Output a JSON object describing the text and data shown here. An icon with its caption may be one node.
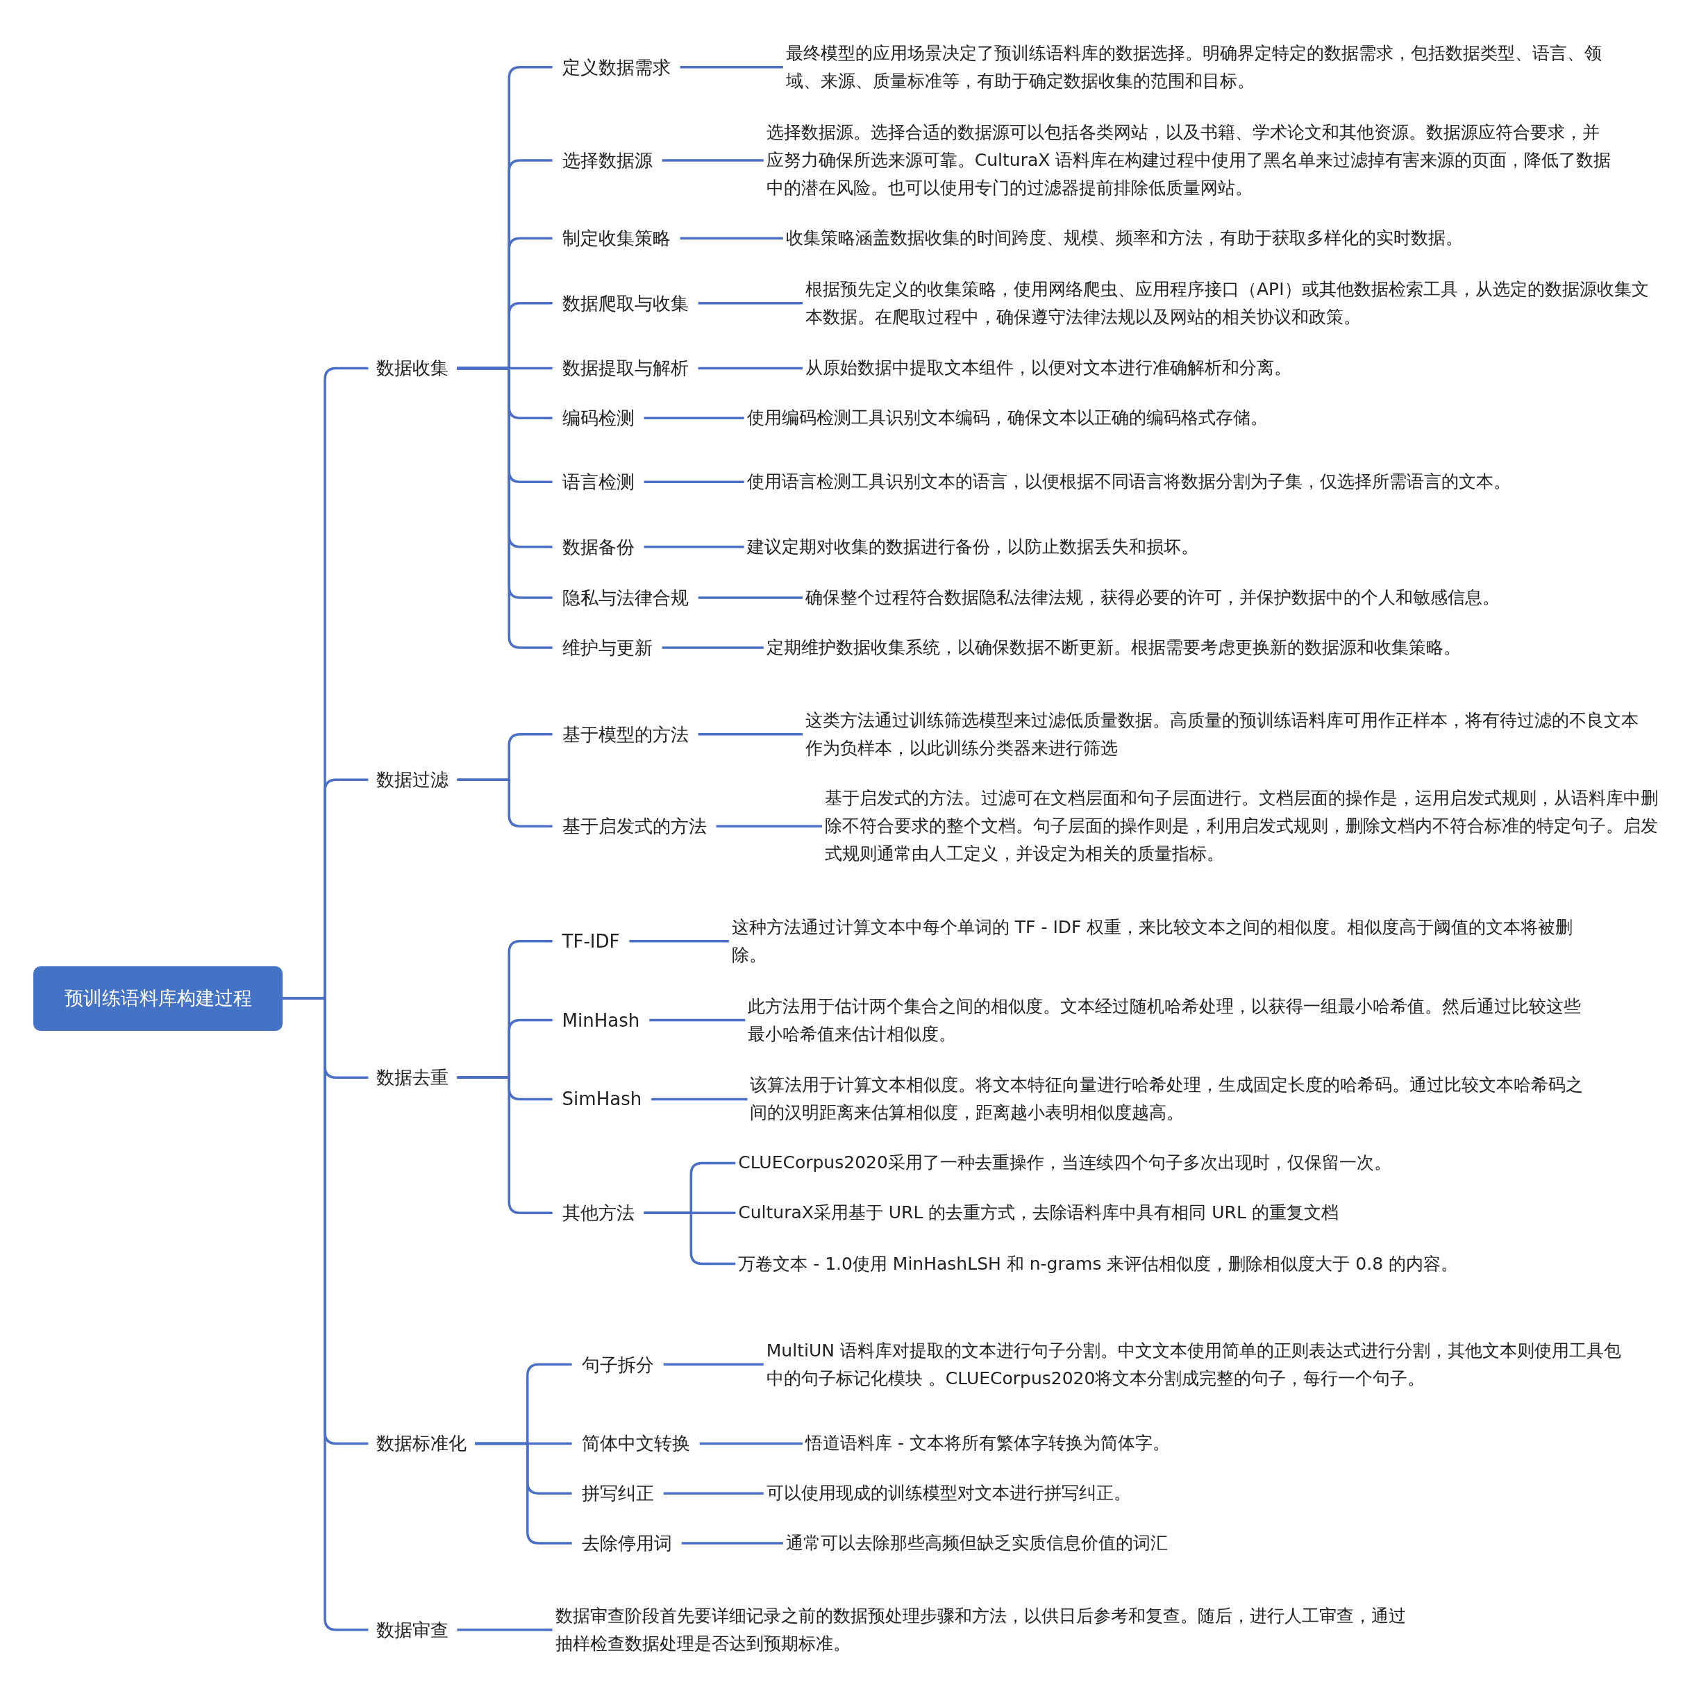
{
  "diagram": {
    "nodes": [
      {
        "text": [
          "预训练语料库构建过程"
        ]
      },
      {
        "text": [
          "数据收集"
        ]
      },
      {
        "text": [
          "定义数据需求"
        ]
      },
      {
        "text": [
          "最终模型的应用场景决定了预训练语料库的数据选择。明确界定特定的数据需求，包括数据类型、语言、领域、来源、质量标准等，有助于确定数据收集的范围和目标。"
        ]
      },
      {
        "text": [
          "选择数据源"
        ]
      },
      {
        "text": [
          "选择数据源。选择合适的数据源可以包括各类网站，以及书籍、学术论文和其他资源。数据源应符合要求，并应努力确保所选来源可靠。CulturaX 语料库在构建过程中使用了黑名单来过滤掉有害来源的页面，降低了数据中的潜在风险。也可以使用专门的过滤器提前排除低质量网站。"
        ]
      },
      {
        "text": [
          "制定收集策略"
        ]
      },
      {
        "text": [
          "收集策略涵盖数据收集的时间跨度、规模、频率和方法，有助于获取多样化的实时数据。"
        ]
      },
      {
        "text": [
          "数据爬取与收集"
        ]
      },
      {
        "text": [
          "根据预先定义的收集策略，使用网络爬虫、应用程序接口（API）或其他数据检索工具，从选定的数据源收集文本数据。在爬取过程中，确保遵守法律法规以及网站的相关协议和政策。"
        ]
      },
      {
        "text": [
          "数据提取与解析"
        ]
      },
      {
        "text": [
          "从原始数据中提取文本组件，以便对文本进行准确解析和分离。"
        ]
      },
      {
        "text": [
          "编码检测"
        ]
      },
      {
        "text": [
          "使用编码检测工具识别文本编码，确保文本以正确的编码格式存储。"
        ]
      },
      {
        "text": [
          "语言检测"
        ]
      },
      {
        "text": [
          "使用语言检测工具识别文本的语言，以便根据不同语言将数据分割为子集，仅选择所需语言的文本。"
        ]
      },
      {
        "text": [
          "数据备份"
        ]
      },
      {
        "text": [
          "建议定期对收集的数据进行备份，以防止数据丢失和损坏。"
        ]
      },
      {
        "text": [
          "隐私与法律合规"
        ]
      },
      {
        "text": [
          "确保整个过程符合数据隐私法律法规，获得必要的许可，并保护数据中的个人和敏感信息。"
        ]
      },
      {
        "text": [
          "维护与更新"
        ]
      },
      {
        "text": [
          "定期维护数据收集系统，以确保数据不断更新。根据需要考虑更换新的数据源和收集策略。"
        ]
      },
      {
        "text": [
          "数据过滤"
        ]
      },
      {
        "text": [
          "基于模型的方法"
        ]
      },
      {
        "text": [
          "这类方法通过训练筛选模型来过滤低质量数据。高质量的预训练语料库可用作正样本，将有待过滤的不良文本作为负样本，以此训练分类器来进行筛选"
        ]
      },
      {
        "text": [
          "基于启发式的方法"
        ]
      },
      {
        "text": [
          "基于启发式的方法。过滤可在文档层面和句子层面进行。文档层面的操作是，运用启发式规则，从语料库中删除不符合要求的整个文档。句子层面的操作则是，利用启发式规则，删除文档内不符合标准的特定句子。启发式规则通常由人工定义，并设定为相关的质量指标。"
        ]
      },
      {
        "text": [
          "数据去重"
        ]
      },
      {
        "text": [
          "TF-IDF"
        ]
      },
      {
        "text": [
          "这种方法通过计算文本中每个单词的 TF - IDF 权重，来比较文本之间的相似度。相似度高于阈值的文本将被删除。"
        ]
      },
      {
        "text": [
          "MinHash"
        ]
      },
      {
        "text": [
          "此方法用于估计两个集合之间的相似度。文本经过随机哈希处理，以获得一组最小哈希值。然后通过比较这些最小哈希值来估计相似度。"
        ]
      },
      {
        "text": [
          "SimHash"
        ]
      },
      {
        "text": [
          "该算法用于计算文本相似度。将文本特征向量进行哈希处理，生成固定长度的哈希码。通过比较文本哈希码之间的汉明距离来估算相似度，距离越小表明相似度越高。"
        ]
      },
      {
        "text": [
          "其他方法"
        ]
      },
      {
        "text": [
          "CLUECorpus2020采用了一种去重操作，当连续四个句子多次出现时，仅保留一次。"
        ]
      },
      {
        "text": [
          "CulturaX采用基于 URL 的去重方式，去除语料库中具有相同 URL 的重复文档"
        ]
      },
      {
        "text": [
          "万卷文本 - 1.0使用 MinHashLSH 和 n-grams 来评估相似度，删除相似度大于 0.8 的内容。"
        ]
      },
      {
        "text": [
          "数据标准化"
        ]
      },
      {
        "text": [
          "句子拆分"
        ]
      },
      {
        "text": [
          "MultiUN 语料库对提取的文本进行句子分割。中文文本使用简单的正则表达式进行分割，其他文本则使用工具包中的句子标记化模块 。CLUECorpus2020将文本分割成完整的句子，每行一个句子。"
        ]
      },
      {
        "text": [
          "简体中文转换"
        ]
      },
      {
        "text": [
          "悟道语料库 - 文本将所有繁体字转换为简体字。"
        ]
      },
      {
        "text": [
          "拼写纠正"
        ]
      },
      {
        "text": [
          "可以使用现成的训练模型对文本进行拼写纠正。"
        ]
      },
      {
        "text": [
          "去除停用词"
        ]
      },
      {
        "text": [
          "通常可以去除那些高频但缺乏实质信息价值的词汇"
        ]
      },
      {
        "text": [
          "数据审查"
        ]
      },
      {
        "text": [
          "数据审查阶段首先要详细记录之前的数据预处理步骤和方法，以供日后参考和复查。随后，进行人工审查，通过抽样检查数据处理是否达到预期标准。"
        ]
      }
    ],
    "edges": [
      {
        "from": 0,
        "to": 1,
        "arrow": "none"
      },
      {
        "from": 0,
        "to": 22,
        "arrow": "none"
      },
      {
        "from": 0,
        "to": 27,
        "arrow": "none"
      },
      {
        "from": 0,
        "to": 38,
        "arrow": "none"
      },
      {
        "from": 0,
        "to": 47,
        "arrow": "none"
      },
      {
        "from": 1,
        "to": 2,
        "arrow": "none"
      },
      {
        "from": 1,
        "to": 4,
        "arrow": "none"
      },
      {
        "from": 1,
        "to": 6,
        "arrow": "none"
      },
      {
        "from": 1,
        "to": 8,
        "arrow": "none"
      },
      {
        "from": 1,
        "to": 10,
        "arrow": "none"
      },
      {
        "from": 1,
        "to": 12,
        "arrow": "none"
      },
      {
        "from": 1,
        "to": 14,
        "arrow": "none"
      },
      {
        "from": 1,
        "to": 16,
        "arrow": "none"
      },
      {
        "from": 1,
        "to": 18,
        "arrow": "none"
      },
      {
        "from": 1,
        "to": 20,
        "arrow": "none"
      },
      {
        "from": 2,
        "to": 3,
        "arrow": "none"
      },
      {
        "from": 4,
        "to": 5,
        "arrow": "none"
      },
      {
        "from": 6,
        "to": 7,
        "arrow": "none"
      },
      {
        "from": 8,
        "to": 9,
        "arrow": "none"
      },
      {
        "from": 10,
        "to": 11,
        "arrow": "none"
      },
      {
        "from": 12,
        "to": 13,
        "arrow": "none"
      },
      {
        "from": 14,
        "to": 15,
        "arrow": "none"
      },
      {
        "from": 16,
        "to": 17,
        "arrow": "none"
      },
      {
        "from": 18,
        "to": 19,
        "arrow": "none"
      },
      {
        "from": 20,
        "to": 21,
        "arrow": "none"
      },
      {
        "from": 22,
        "to": 23,
        "arrow": "none"
      },
      {
        "from": 22,
        "to": 25,
        "arrow": "none"
      },
      {
        "from": 23,
        "to": 24,
        "arrow": "none"
      },
      {
        "from": 25,
        "to": 26,
        "arrow": "none"
      },
      {
        "from": 27,
        "to": 28,
        "arrow": "none"
      },
      {
        "from": 27,
        "to": 30,
        "arrow": "none"
      },
      {
        "from": 27,
        "to": 32,
        "arrow": "none"
      },
      {
        "from": 27,
        "to": 34,
        "arrow": "none"
      },
      {
        "from": 28,
        "to": 29,
        "arrow": "none"
      },
      {
        "from": 30,
        "to": 31,
        "arrow": "none"
      },
      {
        "from": 32,
        "to": 33,
        "arrow": "none"
      },
      {
        "from": 34,
        "to": 35,
        "arrow": "none"
      },
      {
        "from": 34,
        "to": 36,
        "arrow": "none"
      },
      {
        "from": 34,
        "to": 37,
        "arrow": "none"
      },
      {
        "from": 38,
        "to": 39,
        "arrow": "none"
      },
      {
        "from": 38,
        "to": 41,
        "arrow": "none"
      },
      {
        "from": 38,
        "to": 43,
        "arrow": "none"
      },
      {
        "from": 38,
        "to": 45,
        "arrow": "none"
      },
      {
        "from": 39,
        "to": 40,
        "arrow": "none"
      },
      {
        "from": 41,
        "to": 42,
        "arrow": "none"
      },
      {
        "from": 43,
        "to": 44,
        "arrow": "none"
      },
      {
        "from": 45,
        "to": 46,
        "arrow": "none"
      },
      {
        "from": 47,
        "to": 48,
        "arrow": "none"
      }
    ]
  }
}
